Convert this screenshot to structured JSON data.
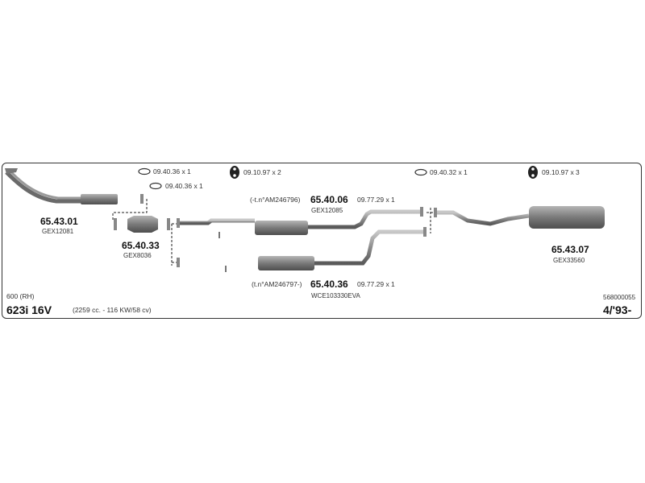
{
  "hardware": {
    "ring_a": {
      "label": "09.40.36 x 1"
    },
    "ring_b": {
      "label": "09.40.36 x 1"
    },
    "hanger_a": {
      "label": "09.10.97 x 2"
    },
    "ring_c": {
      "label": "09.40.32 x 1"
    },
    "hanger_b": {
      "label": "09.10.97 x 3"
    }
  },
  "parts": {
    "front_pipe": {
      "code": "65.43.01",
      "ref": "GEX12081"
    },
    "catalyst": {
      "code": "65.40.33",
      "ref": "GEX8036"
    },
    "middle_upper": {
      "note": "(-t.n°AM246796)",
      "code": "65.40.06",
      "qty": "09.77.29 x 1",
      "ref": "GEX12085"
    },
    "middle_lower": {
      "note": "(t.n°AM246797-)",
      "code": "65.40.36",
      "qty": "09.77.29 x 1",
      "ref": "WCE103330EVA"
    },
    "rear_silencer": {
      "code": "65.43.07",
      "ref": "GEX33560"
    }
  },
  "vehicle": {
    "model_line": "600 (RH)",
    "engine": "623i 16V",
    "specs": "(2259 cc. - 116 KW/58 cv)",
    "catalog_number": "568000055",
    "year": "4/'93-"
  },
  "colors": {
    "pipe": "#8a8a8a",
    "pipe_dark": "#555555",
    "frame": "#333333"
  }
}
